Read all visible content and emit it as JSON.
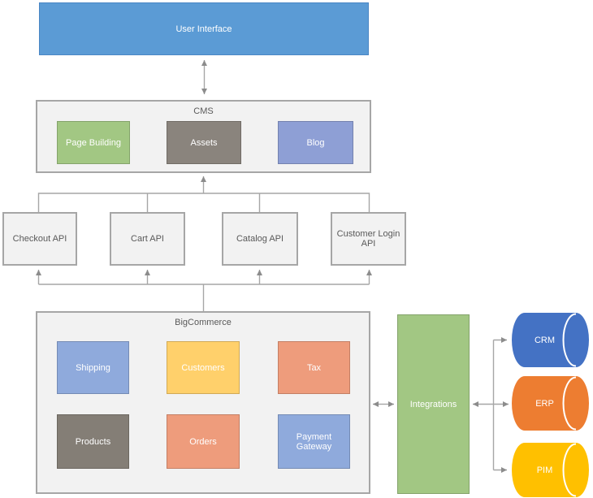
{
  "nodes": {
    "user_interface": {
      "label": "User Interface",
      "color": "#5B9BD5"
    },
    "cms": {
      "label": "CMS",
      "children": [
        {
          "label": "Page Building",
          "color": "#A2C783"
        },
        {
          "label": "Assets",
          "color": "#8A847D"
        },
        {
          "label": "Blog",
          "color": "#8E9FD5"
        }
      ]
    },
    "apis": [
      {
        "label": "Checkout API"
      },
      {
        "label": "Cart API"
      },
      {
        "label": "Catalog API"
      },
      {
        "label": "Customer Login API"
      }
    ],
    "bigcommerce": {
      "label": "BigCommerce",
      "children": [
        {
          "label": "Shipping",
          "color": "#8FAADC"
        },
        {
          "label": "Customers",
          "color": "#FFD06B"
        },
        {
          "label": "Tax",
          "color": "#EE9C7C"
        },
        {
          "label": "Products",
          "color": "#847E76"
        },
        {
          "label": "Orders",
          "color": "#EE9C7C"
        },
        {
          "label": "Payment Gateway",
          "color": "#8FAADC"
        }
      ]
    },
    "integrations": {
      "label": "Integrations",
      "color": "#A2C783"
    },
    "databases": [
      {
        "label": "CRM",
        "color": "#4472C4"
      },
      {
        "label": "ERP",
        "color": "#ED7D31"
      },
      {
        "label": "PIM",
        "color": "#FFC000"
      }
    ]
  },
  "style": {
    "line_color": "#A6A6A6",
    "arrowhead_color": "#8C8C8C",
    "container_fill": "#F2F2F2",
    "container_border": "#A6A6A6"
  }
}
